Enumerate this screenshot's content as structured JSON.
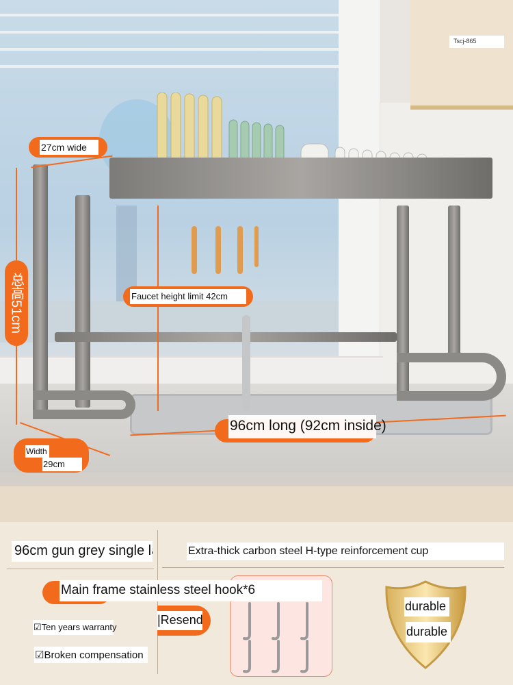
{
  "model_code": "Tscj-865",
  "dimensions": {
    "top_width": "27cm wide",
    "total_height": "总高51cm",
    "faucet_limit": "Faucet height limit 42cm",
    "length": "96cm long (92cm inside)",
    "base_width_label": "Width",
    "base_width_value": "29cm"
  },
  "panel": {
    "title": "96cm gun grey single laye",
    "subtitle": "Extra-thick carbon steel H-type reinforcement cup",
    "hooks_label": "Main frame stainless steel hook*6",
    "features": [
      "☑Ten years warranty",
      "☑Broken compensation"
    ],
    "resend": "|Resend",
    "shield_lines": [
      "durable",
      "durable"
    ]
  },
  "colors": {
    "accent": "#f26a1b",
    "frame": "#8c8a86",
    "panel_bg": "#f2e9dd"
  }
}
